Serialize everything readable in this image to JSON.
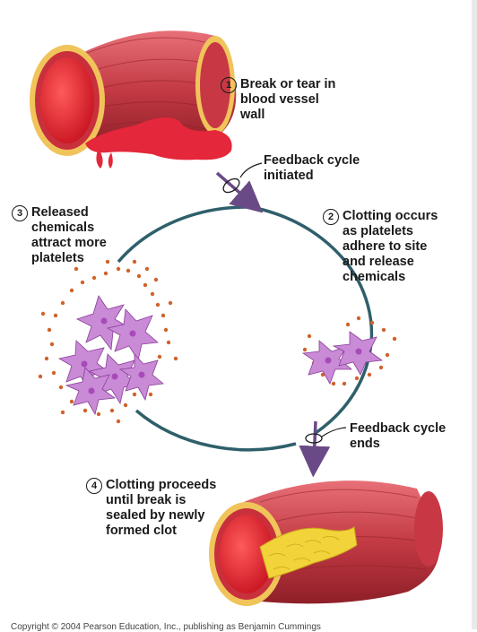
{
  "steps": [
    {
      "number": "1",
      "text": "Break or tear in\nblood vessel\nwall"
    },
    {
      "number": "2",
      "text": "Clotting occurs\nas platelets\nadhere to site\nand release\nchemicals"
    },
    {
      "number": "3",
      "text": "Released\nchemicals\nattract more\nplatelets"
    },
    {
      "number": "4",
      "text": "Clotting proceeds\nuntil break is\nsealed by newly\nformed clot"
    }
  ],
  "labels": {
    "feedback_start": "Feedback cycle\ninitiated",
    "feedback_end": "Feedback cycle\nends"
  },
  "copyright": "Copyright © 2004 Pearson Education, Inc., publishing as Benjamin Cummings",
  "colors": {
    "cycle_line": "#2f5f6b",
    "arrow": "#6a4a86",
    "vessel_dark": "#b8323a",
    "vessel_light": "#e0606a",
    "blood": "#e02a3a",
    "platelet": "#c98ad6",
    "platelet_core": "#a74bb8",
    "chemical_dot": "#d0622a",
    "clot": "#f2d33a"
  }
}
